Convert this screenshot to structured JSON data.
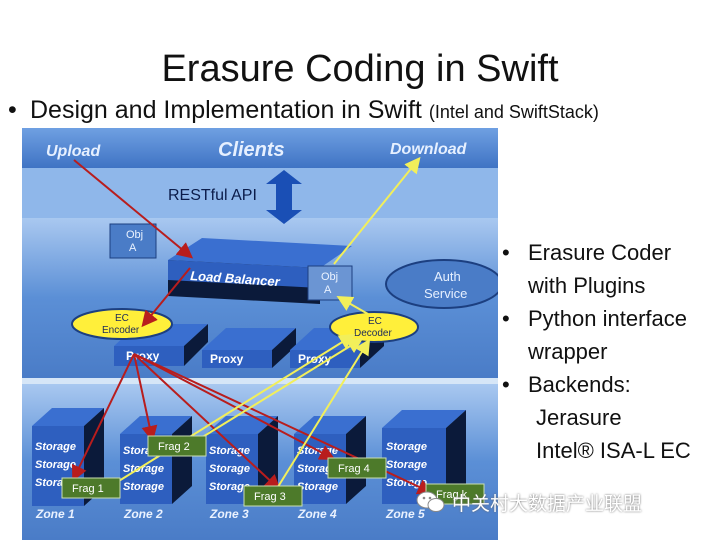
{
  "title": "Erasure Coding in Swift",
  "main_bullet": {
    "text": "Design and Implementation in Swift",
    "note": "(Intel and SwiftStack)"
  },
  "diagram": {
    "clients": "Clients",
    "upload": "Upload",
    "download": "Download",
    "restful_api": "RESTful API",
    "obj_a_upload": [
      "Obj",
      "A"
    ],
    "obj_a_download": [
      "Obj",
      "A"
    ],
    "load_balancer": "Load Balancer",
    "auth_service": [
      "Auth",
      "Service"
    ],
    "ec_encoder": [
      "EC",
      "Encoder"
    ],
    "ec_decoder": [
      "EC",
      "Decoder"
    ],
    "proxies": [
      "Proxy",
      "Proxy",
      "Proxy"
    ],
    "storage_label": "Storage",
    "frags": [
      "Frag 1",
      "Frag 2",
      "Frag 3",
      "Frag 4",
      "Frag k"
    ],
    "zones": [
      "Zone 1",
      "Zone 2",
      "Zone 3",
      "Zone 4",
      "Zone 5"
    ]
  },
  "side_bullets": [
    {
      "lines": [
        "Erasure Coder",
        "with Plugins"
      ]
    },
    {
      "lines": [
        "Python interface",
        "wrapper"
      ]
    },
    {
      "lines": [
        "Backends:"
      ],
      "subs": [
        "Jerasure",
        "Intel® ISA-L EC"
      ]
    }
  ],
  "watermark": "中关村大数据产业联盟",
  "colors": {
    "band": "#5b8fd6",
    "band_light": "#8fb7ea",
    "block_top": "#2f5fb8",
    "block_side": "#0a1a3a",
    "frag": "#4d7a2a",
    "ellipse_yellow": "#ffef3a",
    "arrow_red": "#b81d1d",
    "arrow_yellow": "#f2ef5a"
  }
}
